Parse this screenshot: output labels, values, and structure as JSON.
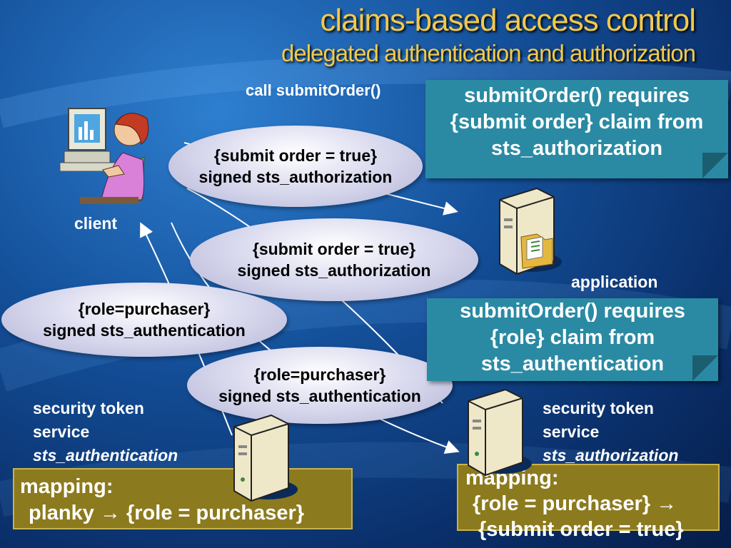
{
  "slide": {
    "title": "claims-based access control",
    "subtitle": "delegated authentication and authorization"
  },
  "labels": {
    "call": "call submitOrder()",
    "client": "client",
    "application": "application",
    "sts_left": [
      "security token",
      "service",
      "sts_authentication"
    ],
    "sts_right": [
      "security token",
      "service",
      "sts_authorization"
    ]
  },
  "tokens": [
    {
      "line1": "{submit order = true}",
      "line2": "signed sts_authorization"
    },
    {
      "line1": "{submit order = true}",
      "line2": "signed sts_authorization"
    },
    {
      "line1": "{role=purchaser}",
      "line2": "signed sts_authentication"
    },
    {
      "line1": "{role=purchaser}",
      "line2": "signed sts_authentication"
    }
  ],
  "notes": {
    "top": [
      "submitOrder() requires",
      "{submit order} claim from",
      "sts_authorization"
    ],
    "mid": [
      "submitOrder() requires",
      "{role} claim from",
      "sts_authentication"
    ]
  },
  "mappings": {
    "left": [
      "mapping:",
      "planky → {role = purchaser}"
    ],
    "right": [
      "mapping:",
      "{role = purchaser} →",
      "{submit order = true}"
    ]
  },
  "icons": [
    "client-person-icon",
    "application-server-icon",
    "sts-authentication-server-icon",
    "sts-authorization-server-icon"
  ],
  "colors": {
    "title": "#f2c94c",
    "note": "#2a8aa3",
    "mapping": "#8c7a1e"
  }
}
